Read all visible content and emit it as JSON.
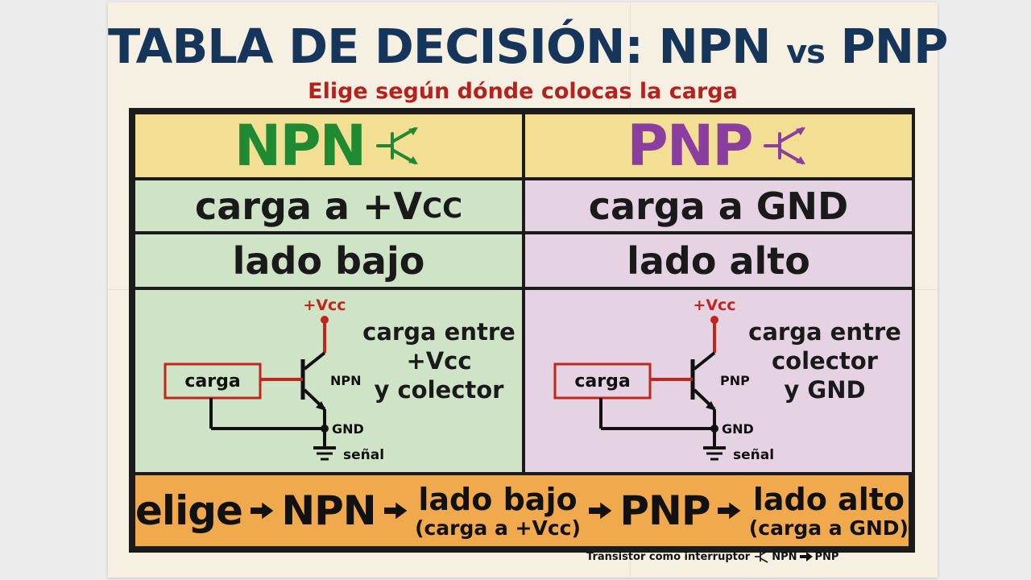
{
  "title": {
    "main": "TABLA DE DECISIÓN: NPN",
    "vs": "vs",
    "end": "PNP"
  },
  "subtitle": "Elige según dónde colocas la carga",
  "colors": {
    "title": "#16355a",
    "subtitle": "#b5211d",
    "npn": "#1f8a32",
    "pnp": "#8a3fa0",
    "header_bg": "#f2df93",
    "npn_bg": "#cfe3c6",
    "pnp_bg": "#e5d3e3",
    "bottom_bg": "#f0a94d",
    "wire_red": "#c0261e"
  },
  "npn": {
    "header": "NPN",
    "row1_main": "carga a +V",
    "row1_sub": "CC",
    "row2": "lado bajo",
    "schematic": {
      "vcc": "+Vcc",
      "load": "carga",
      "transistor": "NPN",
      "gnd": "GND",
      "signal": "señal"
    },
    "desc": [
      "carga entre",
      "+Vcc",
      "y colector"
    ]
  },
  "pnp": {
    "header": "PNP",
    "row1": "carga a GND",
    "row2": "lado alto",
    "schematic": {
      "vcc": "+Vcc",
      "load": "carga",
      "transistor": "PNP",
      "gnd": "GND",
      "signal": "señal"
    },
    "desc": [
      "carga entre",
      "colector",
      "y GND"
    ]
  },
  "bottom": {
    "elige": "elige",
    "npn": "NPN",
    "low_main": "lado bajo",
    "low_sub": "(carga a +Vcc)",
    "pnp": "PNP",
    "high_main": "lado alto",
    "high_sub": "(carga a GND)"
  },
  "footer": {
    "text": "Transistor como interruptor",
    "npn": "NPN",
    "pnp": "PNP"
  },
  "icons": [
    "npn-transistor-icon",
    "pnp-transistor-icon",
    "arrow-right-icon",
    "ground-icon"
  ]
}
